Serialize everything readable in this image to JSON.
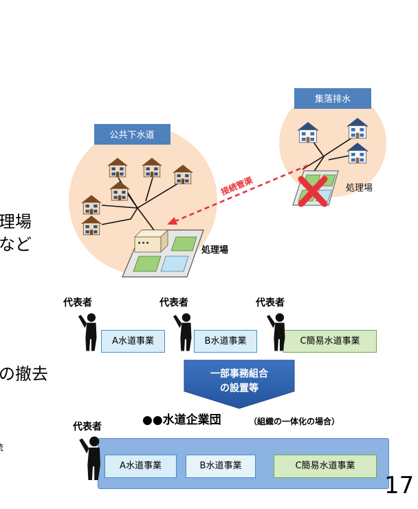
{
  "diagram_top": {
    "public_sewer": {
      "label": "公共下水道",
      "plant_label": "処理場"
    },
    "village_drainage": {
      "label": "集落排水",
      "plant_label": "処理場"
    },
    "connection_label": "接続管渠"
  },
  "left_fragments": [
    "理場",
    "など",
    "の撤去",
    "統"
  ],
  "before": {
    "rep_label": "代表者",
    "businesses": [
      "A水道事業",
      "B水道事業",
      "C簡易水道事業"
    ]
  },
  "transition": {
    "line1": "一部事務組合",
    "line2": "の設置等"
  },
  "after": {
    "title": "●●水道企業団",
    "note": "（組織の一体化の場合）",
    "rep_label": "代表者",
    "businesses": [
      "A水道事業",
      "B水道事業",
      "C簡易水道事業"
    ]
  },
  "page_number": "17",
  "colors": {
    "area_circle": "#fbdfc6",
    "label_box": "#4f81bd",
    "connection": "#e8323a",
    "group_frame": "#8db3e2",
    "box_cyan": "#d9eef8",
    "box_green": "#d6eac3",
    "transition_arrow": "#2f62ad"
  }
}
